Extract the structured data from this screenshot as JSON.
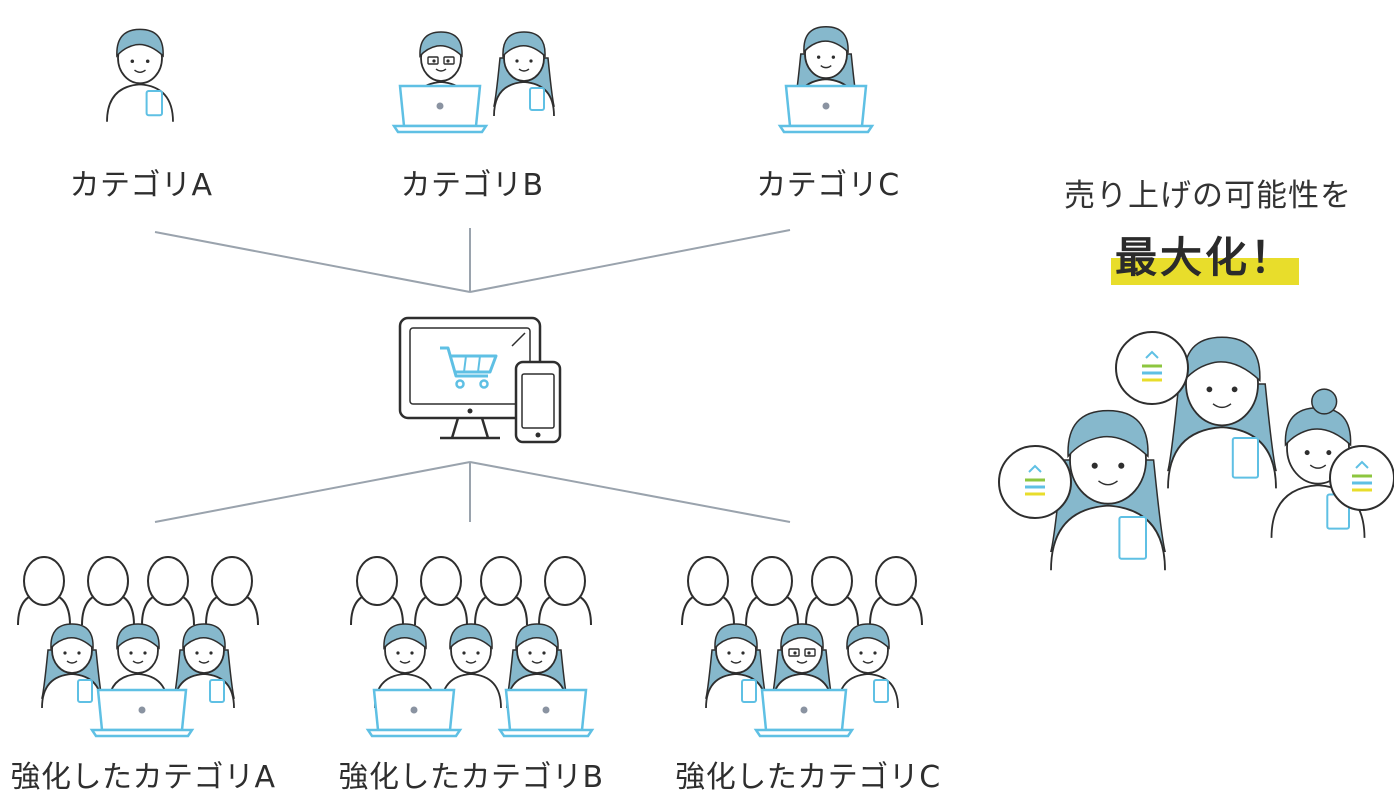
{
  "top_categories": [
    {
      "label": "カテゴリA"
    },
    {
      "label": "カテゴリB"
    },
    {
      "label": "カテゴリC"
    }
  ],
  "bottom_categories": [
    {
      "label": "強化したカテゴリA"
    },
    {
      "label": "強化したカテゴリB"
    },
    {
      "label": "強化したカテゴリC"
    }
  ],
  "result": {
    "tagline": "売り上げの可能性を",
    "headline": "最大化！"
  },
  "colors": {
    "hair": "#86b8cc",
    "device": "#5fc0e4",
    "line": "#9aa3ad",
    "outline": "#2e2e2e",
    "highlight": "#e8dd2b",
    "bubble_green": "#8dc63f",
    "bubble_yellow": "#e8dd2b"
  },
  "icons": [
    "person-with-phone",
    "person-with-laptop",
    "ecommerce-cart-monitor",
    "speech-bubble"
  ]
}
